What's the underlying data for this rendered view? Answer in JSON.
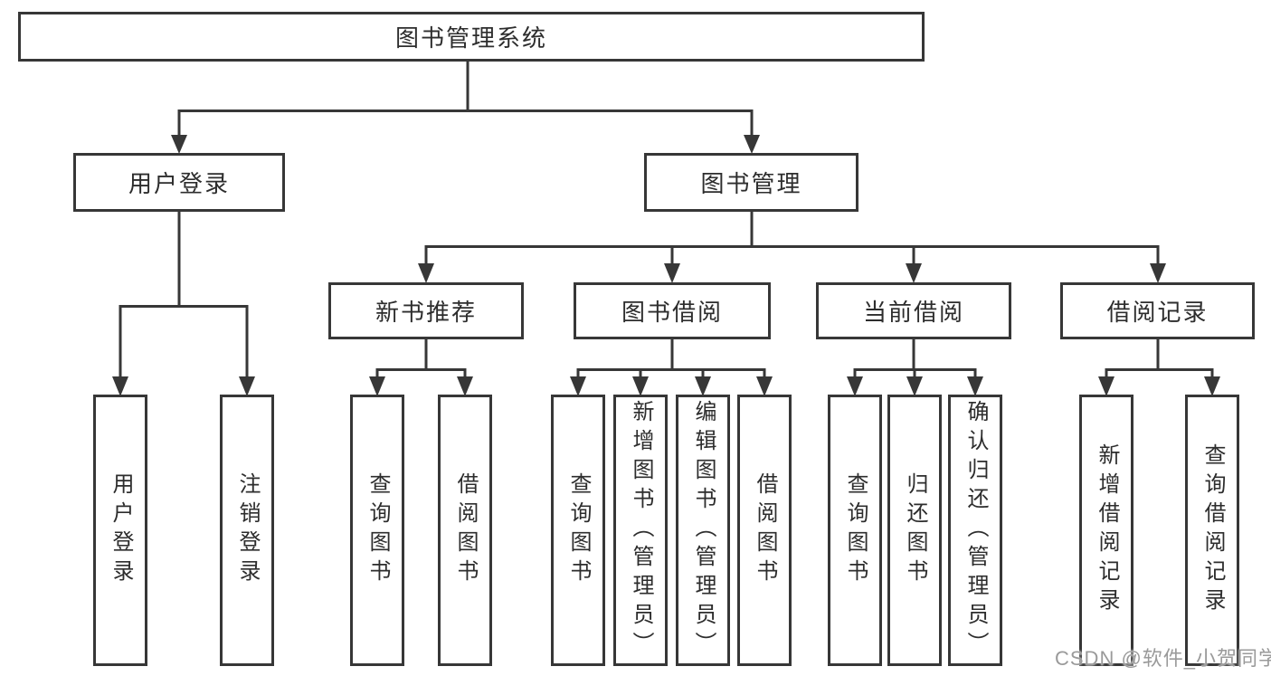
{
  "root": {
    "label": "图书管理系统"
  },
  "level2": {
    "user_login": "用户登录",
    "book_management": "图书管理"
  },
  "level3": {
    "new_book_recommend": "新书推荐",
    "book_borrow": "图书借阅",
    "current_borrow": "当前借阅",
    "borrow_records": "借阅记录"
  },
  "leaves": {
    "user_login": [
      "用户登录",
      "注销登录"
    ],
    "new_book_recommend": [
      "查询图书",
      "借阅图书"
    ],
    "book_borrow": [
      "查询图书",
      "新增图书（管理员）",
      "编辑图书（管理员）",
      "借阅图书"
    ],
    "current_borrow": [
      "查询图书",
      "归还图书",
      "确认归还（管理员）"
    ],
    "borrow_records": [
      "新增借阅记录",
      "查询借阅记录"
    ]
  },
  "watermark": "CSDN @软件_小贺同学",
  "colors": {
    "line": "#373737",
    "text": "#2d2d2d",
    "watermark": "#9a9a9a",
    "bg": "#ffffff"
  }
}
